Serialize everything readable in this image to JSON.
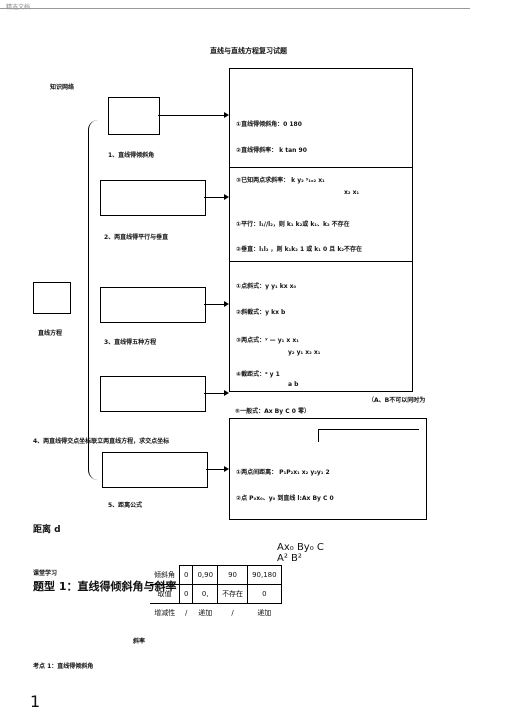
{
  "header": {
    "note": "精选文档"
  },
  "doc": {
    "title": "直线与直线方程复习试题",
    "knowledge_net": "知识网络",
    "center_label": "直线方程",
    "branches": [
      "1、直线得倾斜角",
      "2、两直线得平行与垂直",
      "3、直线得五种方程",
      "4、两直线得交点坐标联立两直线方程，求交点坐标",
      "5、距离公式"
    ],
    "items": [
      "①直线得倾斜角：0        180",
      "②直线得斜率：  k   tan      90",
      "③已知两点求斜率：   k    y₂  ʸ₁ₓ₂      x₁",
      "x₂   x₁",
      "①平行：l₁//l₂，则 k₁     k₂或 k₁、k₂  不存在",
      "②垂直：l₁l₂    ，则 k₁k₂        1 或 k₁   0 且 k₂不存在",
      "①点斜式：y      y₁   kx    x₀",
      "②斜截式：y      kx   b",
      "③两点式：ʸ  —  y₁      x   x₁",
      "y₂   y₁    x₂   x₁",
      "④截距式：ˣ       y   1",
      "a  b",
      "（A、B不可以同时为",
      "⑤一般式：Ax      By   C    0  零）",
      "①两点间距离：              P₁P₂x₁   x₂    y₂y₁   2",
      "②点 P₀x₀、y₀            到直线 l:Ax  By     C    0"
    ],
    "distance_label": "距离 d",
    "formula_num": "Ax₀ By₀ C",
    "formula_den": "A²  B²",
    "section": "课堂学习",
    "topic": "题型 1：直线得倾斜角与斜率",
    "table": {
      "row1": [
        "倾斜角",
        "0",
        "0,90",
        "90",
        "90,180"
      ],
      "row2": [
        "取值",
        "0",
        "0,",
        "不存在",
        "0"
      ],
      "slope_label": "斜率",
      "row3": [
        "增减性",
        "/",
        "递加",
        "/",
        "递加"
      ]
    },
    "kaodian": "考点 1：直线得倾斜角",
    "page_no": "1"
  }
}
